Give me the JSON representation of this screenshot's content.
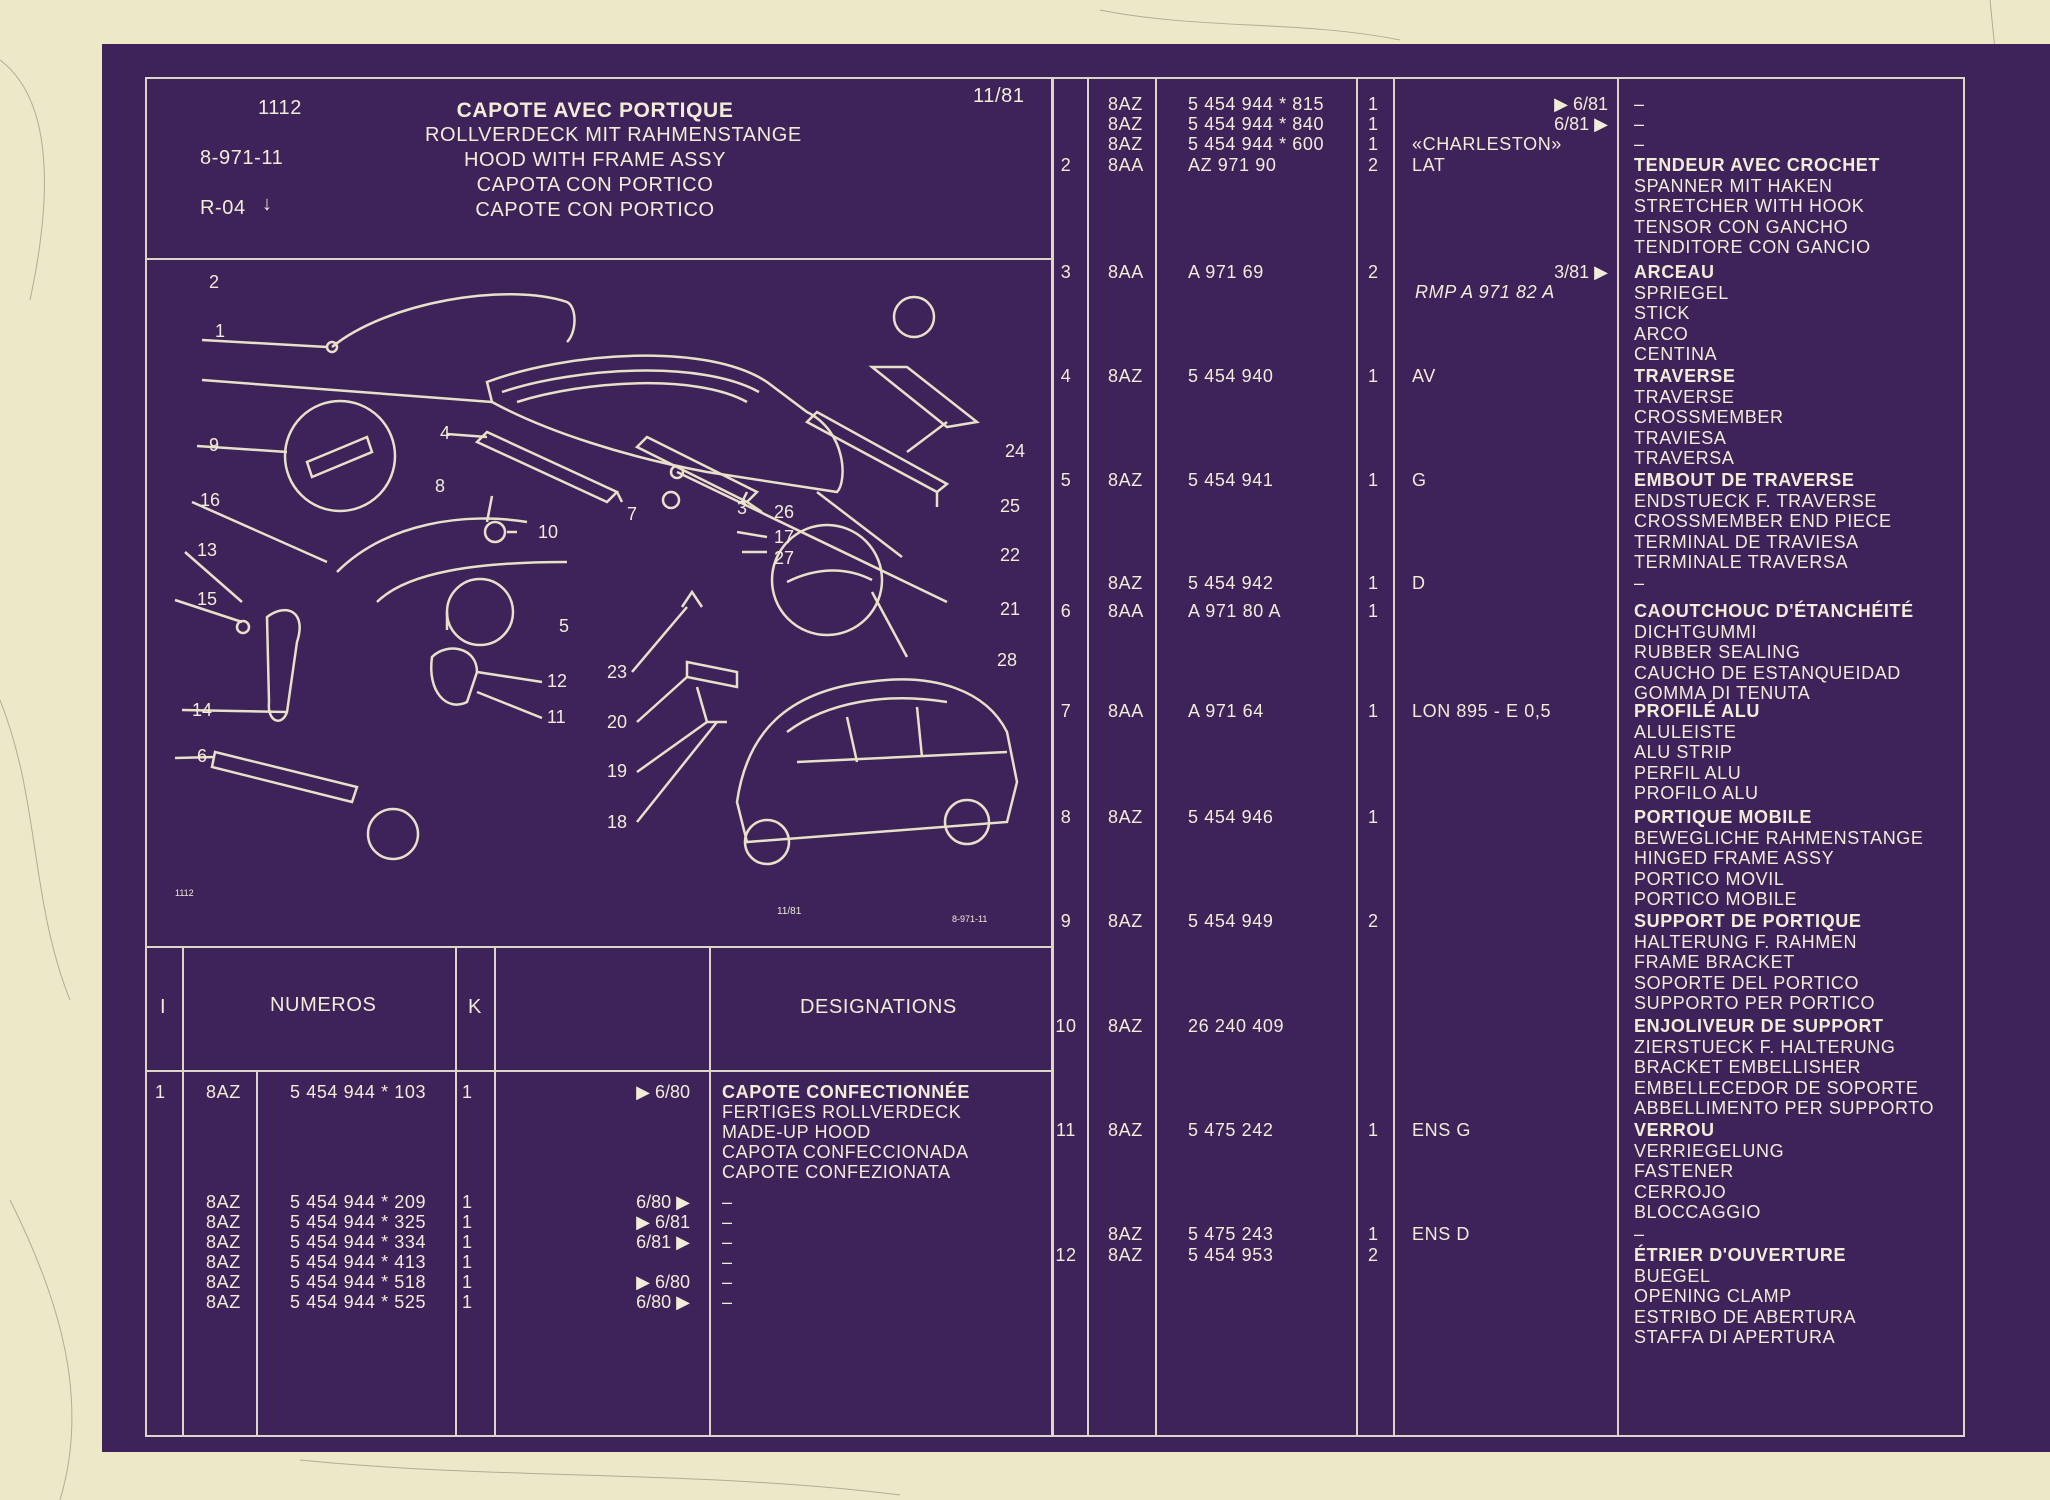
{
  "header": {
    "page_num": "1112",
    "date": "11/81",
    "ref": "8-971-11",
    "region": "R-04",
    "titles": [
      "CAPOTE AVEC PORTIQUE",
      "ROLLVERDECK MIT RAHMENSTANGE",
      "HOOD WITH FRAME ASSY",
      "CAPOTA CON PORTICO",
      "CAPOTE CON PORTICO"
    ]
  },
  "diagram": {
    "callouts": [
      "1",
      "2",
      "3",
      "4",
      "5",
      "6",
      "7",
      "8",
      "9",
      "10",
      "11",
      "12",
      "13",
      "14",
      "15",
      "16",
      "17",
      "18",
      "19",
      "20",
      "21",
      "22",
      "23",
      "24",
      "25",
      "26",
      "27",
      "28"
    ],
    "footer_left": "1112",
    "footer_mid": "11/81",
    "footer_right": "8-971-11"
  },
  "columns": {
    "i": "I",
    "numeros": "NUMEROS",
    "k": "K",
    "designations": "DESIGNATIONS"
  },
  "left_rows": [
    {
      "i": "1",
      "type": "8AZ",
      "num": "5 454 944 * 103",
      "k": "1",
      "note": "▶ 6/80",
      "names": [
        "CAPOTE CONFECTIONNÉE",
        "FERTIGES ROLLVERDECK",
        "MADE-UP HOOD",
        "CAPOTA CONFECCIONADA",
        "CAPOTE CONFEZIONATA"
      ]
    },
    {
      "i": "",
      "type": "8AZ",
      "num": "5 454 944 * 209",
      "k": "1",
      "note": "6/80 ▶",
      "names": [
        "–"
      ]
    },
    {
      "i": "",
      "type": "8AZ",
      "num": "5 454 944 * 325",
      "k": "1",
      "note": "▶ 6/81",
      "names": [
        "–"
      ]
    },
    {
      "i": "",
      "type": "8AZ",
      "num": "5 454 944 * 334",
      "k": "1",
      "note": "6/81 ▶",
      "names": [
        "–"
      ]
    },
    {
      "i": "",
      "type": "8AZ",
      "num": "5 454 944 * 413",
      "k": "1",
      "note": "",
      "names": [
        "–"
      ]
    },
    {
      "i": "",
      "type": "8AZ",
      "num": "5 454 944 * 518",
      "k": "1",
      "note": "▶ 6/80",
      "names": [
        "–"
      ]
    },
    {
      "i": "",
      "type": "8AZ",
      "num": "5 454 944 * 525",
      "k": "1",
      "note": "6/80 ▶",
      "names": [
        "–"
      ]
    }
  ],
  "right_rows": [
    {
      "i": "",
      "type": "8AZ",
      "num": "5 454 944 * 815",
      "k": "1",
      "note": "▶ 6/81",
      "ref": "",
      "names": [
        "–"
      ]
    },
    {
      "i": "",
      "type": "8AZ",
      "num": "5 454 944 * 840",
      "k": "1",
      "note": "6/81 ▶",
      "ref": "",
      "names": [
        "–"
      ]
    },
    {
      "i": "",
      "type": "8AZ",
      "num": "5 454 944 * 600",
      "k": "1",
      "note": "«CHARLESTON»",
      "ref": "",
      "names": [
        "–"
      ]
    },
    {
      "i": "2",
      "type": "8AA",
      "num": "AZ 971 90",
      "k": "2",
      "note": "LAT",
      "ref": "",
      "names": [
        "TENDEUR AVEC CROCHET",
        "SPANNER MIT HAKEN",
        "STRETCHER WITH HOOK",
        "TENSOR CON GANCHO",
        "TENDITORE CON GANCIO"
      ]
    },
    {
      "i": "3",
      "type": "8AA",
      "num": "A 971 69",
      "k": "2",
      "note": "3/81 ▶",
      "ref": "RMP A 971 82 A",
      "names": [
        "ARCEAU",
        "SPRIEGEL",
        "STICK",
        "ARCO",
        "CENTINA"
      ]
    },
    {
      "i": "4",
      "type": "8AZ",
      "num": "5 454 940",
      "k": "1",
      "note": "AV",
      "ref": "",
      "names": [
        "TRAVERSE",
        "TRAVERSE",
        "CROSSMEMBER",
        "TRAVIESA",
        "TRAVERSA"
      ]
    },
    {
      "i": "5",
      "type": "8AZ",
      "num": "5 454 941",
      "k": "1",
      "note": "G",
      "ref": "",
      "names": [
        "EMBOUT DE TRAVERSE",
        "ENDSTUECK F. TRAVERSE",
        "CROSSMEMBER END PIECE",
        "TERMINAL DE TRAVIESA",
        "TERMINALE TRAVERSA"
      ]
    },
    {
      "i": "",
      "type": "8AZ",
      "num": "5 454 942",
      "k": "1",
      "note": "D",
      "ref": "",
      "names": [
        "–"
      ]
    },
    {
      "i": "6",
      "type": "8AA",
      "num": "A 971 80 A",
      "k": "1",
      "note": "",
      "ref": "",
      "names": [
        "CAOUTCHOUC D'ÉTANCHÉITÉ",
        "DICHTGUMMI",
        "RUBBER SEALING",
        "CAUCHO DE ESTANQUEIDAD",
        "GOMMA DI TENUTA"
      ]
    },
    {
      "i": "7",
      "type": "8AA",
      "num": "A 971 64",
      "k": "1",
      "note": "LON 895 - E 0,5",
      "ref": "",
      "names": [
        "PROFILÉ ALU",
        "ALULEISTE",
        "ALU STRIP",
        "PERFIL ALU",
        "PROFILO ALU"
      ]
    },
    {
      "i": "8",
      "type": "8AZ",
      "num": "5 454 946",
      "k": "1",
      "note": "",
      "ref": "",
      "names": [
        "PORTIQUE MOBILE",
        "BEWEGLICHE RAHMENSTANGE",
        "HINGED FRAME ASSY",
        "PORTICO MOVIL",
        "PORTICO MOBILE"
      ]
    },
    {
      "i": "9",
      "type": "8AZ",
      "num": "5 454 949",
      "k": "2",
      "note": "",
      "ref": "",
      "names": [
        "SUPPORT DE PORTIQUE",
        "HALTERUNG F. RAHMEN",
        "FRAME BRACKET",
        "SOPORTE DEL PORTICO",
        "SUPPORTO PER PORTICO"
      ]
    },
    {
      "i": "10",
      "type": "8AZ",
      "num": "26 240 409",
      "k": "",
      "note": "",
      "ref": "",
      "names": [
        "ENJOLIVEUR DE SUPPORT",
        "ZIERSTUECK F. HALTERUNG",
        "BRACKET EMBELLISHER",
        "EMBELLECEDOR DE SOPORTE",
        "ABBELLIMENTO PER SUPPORTO"
      ]
    },
    {
      "i": "11",
      "type": "8AZ",
      "num": "5 475 242",
      "k": "1",
      "note": "ENS G",
      "ref": "",
      "names": [
        "VERROU",
        "VERRIEGELUNG",
        "FASTENER",
        "CERROJO",
        "BLOCCAGGIO"
      ]
    },
    {
      "i": "",
      "type": "8AZ",
      "num": "5 475 243",
      "k": "1",
      "note": "ENS D",
      "ref": "",
      "names": [
        "–"
      ]
    },
    {
      "i": "12",
      "type": "8AZ",
      "num": "5 454 953",
      "k": "2",
      "note": "",
      "ref": "",
      "names": [
        "ÉTRIER D'OUVERTURE",
        "BUEGEL",
        "OPENING CLAMP",
        "ESTRIBO DE ABERTURA",
        "STAFFA DI APERTURA"
      ]
    }
  ],
  "colors": {
    "background": "#3d2359",
    "ink": "#f2ecd8",
    "film": "#ede9c8"
  }
}
